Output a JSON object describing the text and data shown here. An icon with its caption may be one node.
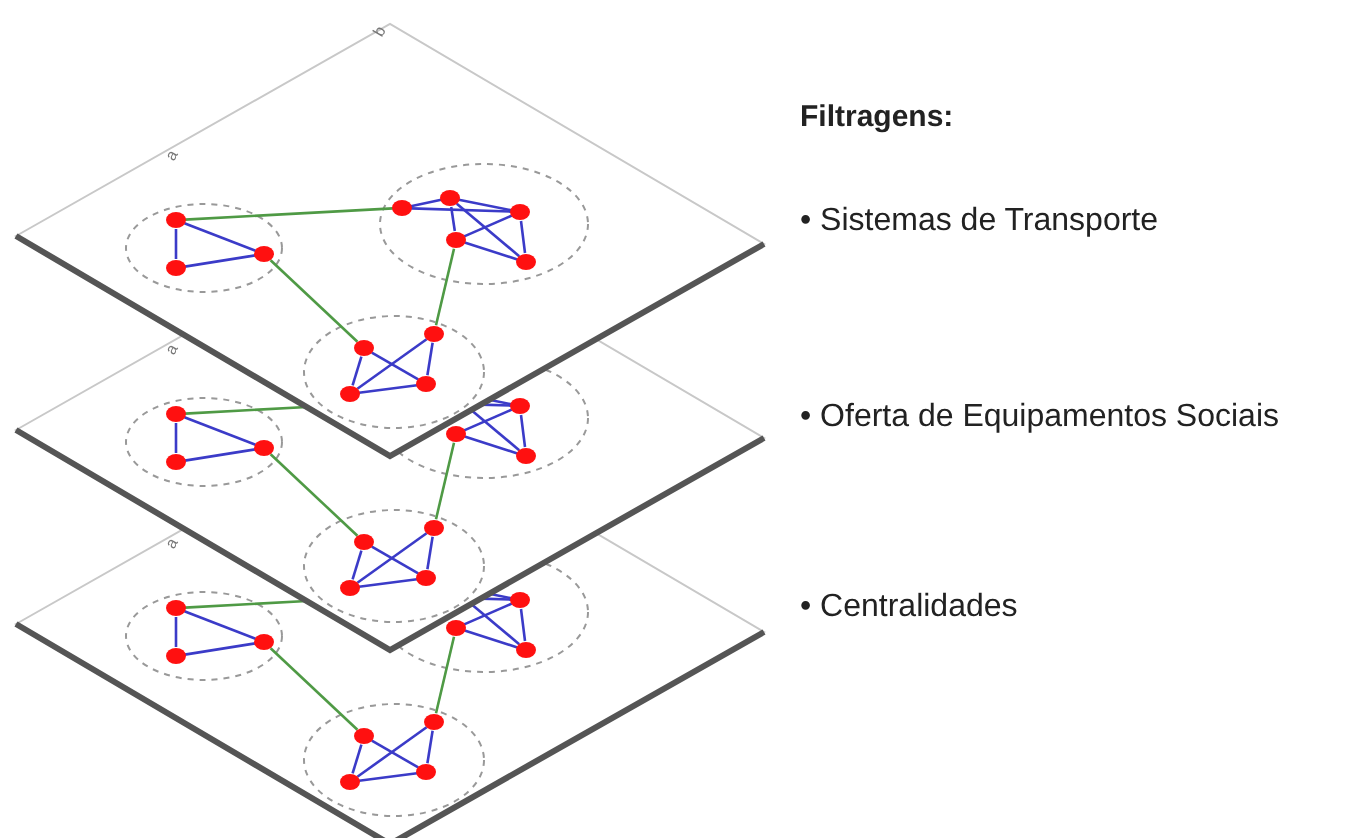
{
  "diagram": {
    "nodes": [
      {
        "text": [
          "b",
          "a"
        ]
      },
      {
        "text": [],
        "shape": "circle",
        "in": 0
      },
      {
        "text": [],
        "shape": "circle",
        "in": 0
      },
      {
        "text": [],
        "shape": "circle",
        "in": 0
      },
      {
        "text": [],
        "shape": "circle",
        "in": 0
      },
      {
        "text": [],
        "shape": "circle",
        "in": 0
      },
      {
        "text": [],
        "shape": "circle",
        "in": 0
      },
      {
        "text": [],
        "shape": "circle",
        "in": 0
      },
      {
        "text": [],
        "shape": "circle",
        "in": 0
      },
      {
        "text": [],
        "shape": "circle"
      },
      {
        "text": [],
        "shape": "circle"
      },
      {
        "text": [],
        "shape": "circle"
      },
      {
        "text": [],
        "shape": "circle"
      },
      {
        "text": [
          "a"
        ]
      },
      {
        "text": [],
        "shape": "circle",
        "in": 13
      },
      {
        "text": [],
        "shape": "circle",
        "in": 13
      },
      {
        "text": [],
        "shape": "circle",
        "in": 13
      },
      {
        "text": [],
        "shape": "circle",
        "in": 13
      },
      {
        "text": [],
        "shape": "circle",
        "in": 13
      },
      {
        "text": [],
        "shape": "circle",
        "in": 13
      },
      {
        "text": [],
        "shape": "circle"
      },
      {
        "text": [],
        "shape": "circle"
      },
      {
        "text": [],
        "shape": "circle"
      },
      {
        "text": [],
        "shape": "circle"
      },
      {
        "text": [
          "a"
        ]
      },
      {
        "text": [],
        "shape": "circle",
        "in": 24
      },
      {
        "text": [],
        "shape": "circle",
        "in": 24
      },
      {
        "text": [],
        "shape": "circle",
        "in": 24
      },
      {
        "text": [],
        "shape": "circle",
        "in": 24
      },
      {
        "text": [],
        "shape": "circle",
        "in": 24
      },
      {
        "text": [],
        "shape": "circle",
        "in": 24
      },
      {
        "text": [],
        "shape": "circle",
        "in": 24
      },
      {
        "text": [],
        "shape": "circle",
        "in": 24
      },
      {
        "text": [],
        "shape": "circle",
        "in": 24
      },
      {
        "text": [],
        "shape": "circle",
        "in": 24
      }
    ],
    "edges": [
      {
        "from": 1,
        "to": 2,
        "arrow": "none"
      },
      {
        "from": 1,
        "to": 3,
        "arrow": "none"
      },
      {
        "from": 2,
        "to": 3,
        "arrow": "none"
      },
      {
        "from": 4,
        "to": 5,
        "arrow": "none"
      },
      {
        "from": 4,
        "to": 6,
        "arrow": "none"
      },
      {
        "from": 5,
        "to": 6,
        "arrow": "none"
      },
      {
        "from": 5,
        "to": 7,
        "arrow": "none"
      },
      {
        "from": 5,
        "to": 8,
        "arrow": "none"
      },
      {
        "from": 7,
        "to": 6,
        "arrow": "none"
      },
      {
        "from": 7,
        "to": 8,
        "arrow": "none"
      },
      {
        "from": 6,
        "to": 8,
        "arrow": "none"
      },
      {
        "from": 9,
        "to": 11,
        "arrow": "none"
      },
      {
        "from": 9,
        "to": 12,
        "arrow": "none"
      },
      {
        "from": 10,
        "to": 11,
        "arrow": "none"
      },
      {
        "from": 10,
        "to": 12,
        "arrow": "none"
      },
      {
        "from": 11,
        "to": 12,
        "arrow": "none"
      },
      {
        "from": 1,
        "to": 4,
        "arrow": "none",
        "color": "#4f9a45"
      },
      {
        "from": 3,
        "to": 9,
        "arrow": "none",
        "color": "#4f9a45"
      },
      {
        "from": 7,
        "to": 10,
        "arrow": "none",
        "color": "#4f9a45"
      },
      {
        "from": 14,
        "to": 15,
        "arrow": "none"
      },
      {
        "from": 14,
        "to": 16,
        "arrow": "none"
      },
      {
        "from": 15,
        "to": 16,
        "arrow": "none"
      },
      {
        "from": 18,
        "to": 17,
        "arrow": "none"
      },
      {
        "from": 18,
        "to": 19,
        "arrow": "none"
      },
      {
        "from": 17,
        "to": 19,
        "arrow": "none"
      },
      {
        "from": 20,
        "to": 22,
        "arrow": "none"
      },
      {
        "from": 20,
        "to": 23,
        "arrow": "none"
      },
      {
        "from": 21,
        "to": 22,
        "arrow": "none"
      },
      {
        "from": 21,
        "to": 23,
        "arrow": "none"
      },
      {
        "from": 22,
        "to": 23,
        "arrow": "none"
      },
      {
        "from": 14,
        "to": 0,
        "arrow": "none",
        "color": "#4f9a45"
      },
      {
        "from": 16,
        "to": 20,
        "arrow": "none",
        "color": "#4f9a45"
      },
      {
        "from": 18,
        "to": 21,
        "arrow": "none",
        "color": "#4f9a45"
      },
      {
        "from": 17,
        "to": 0,
        "arrow": "none"
      },
      {
        "from": 17,
        "to": 0,
        "arrow": "none"
      },
      {
        "from": 19,
        "to": 0,
        "arrow": "none"
      },
      {
        "from": 25,
        "to": 26,
        "arrow": "none"
      },
      {
        "from": 25,
        "to": 27,
        "arrow": "none"
      },
      {
        "from": 26,
        "to": 27,
        "arrow": "none"
      },
      {
        "from": 29,
        "to": 28,
        "arrow": "none"
      },
      {
        "from": 29,
        "to": 30,
        "arrow": "none"
      },
      {
        "from": 28,
        "to": 30,
        "arrow": "none"
      },
      {
        "from": 31,
        "to": 33,
        "arrow": "none"
      },
      {
        "from": 31,
        "to": 34,
        "arrow": "none"
      },
      {
        "from": 32,
        "to": 33,
        "arrow": "none"
      },
      {
        "from": 32,
        "to": 34,
        "arrow": "none"
      },
      {
        "from": 33,
        "to": 34,
        "arrow": "none"
      },
      {
        "from": 25,
        "to": 13,
        "arrow": "none",
        "color": "#4f9a45"
      },
      {
        "from": 27,
        "to": 31,
        "arrow": "none",
        "color": "#4f9a45"
      },
      {
        "from": 29,
        "to": 32,
        "arrow": "none",
        "color": "#4f9a45"
      },
      {
        "from": 28,
        "to": 13,
        "arrow": "none"
      },
      {
        "from": 28,
        "to": 13,
        "arrow": "none"
      },
      {
        "from": 30,
        "to": 13,
        "arrow": "none"
      }
    ],
    "labels": [
      "Filtragens:",
      "• Sistemas de Transporte",
      "• Oferta de Equipamentos Sociais",
      "• Centralidades"
    ]
  }
}
